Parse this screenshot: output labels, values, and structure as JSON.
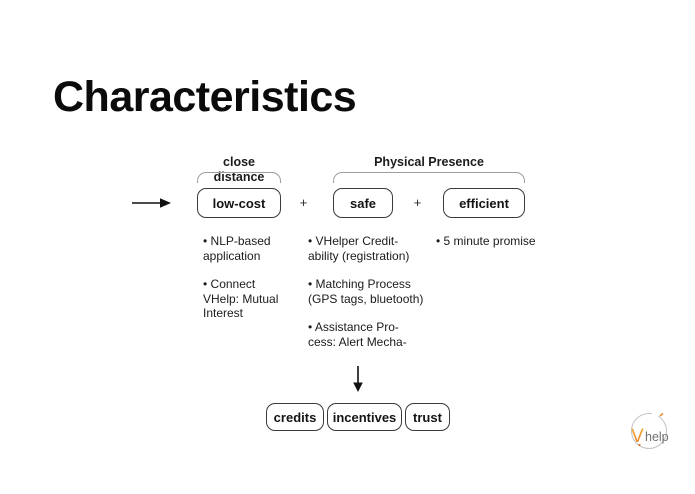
{
  "title": "Characteristics",
  "groups": [
    {
      "label": "close distance"
    },
    {
      "label": "Physical Presence"
    }
  ],
  "boxes": [
    {
      "label": "low-cost"
    },
    {
      "label": "safe"
    },
    {
      "label": "efficient"
    }
  ],
  "plus": "+",
  "columns": [
    {
      "bullets": [
        "• NLP-based\napplication",
        "• Connect\nVHelp: Mutual\nInterest"
      ]
    },
    {
      "bullets": [
        "• VHelper Credit-\nability (registration)",
        "• Matching Process\n(GPS tags, bluetooth)",
        "• Assistance Pro-\ncess: Alert Mecha-"
      ]
    },
    {
      "bullets": [
        "• 5 minute promise"
      ]
    }
  ],
  "result_boxes": [
    "credits",
    "incentives",
    "trust"
  ],
  "logo": {
    "v": "V",
    "help": "help"
  },
  "colors": {
    "background": "#FFFFFF",
    "text": "#1B1B1B",
    "box_border": "#3A3A3A",
    "bracket_gray": "#9C9C9C",
    "arrow_black": "#111111",
    "logo_orange": "#EE8A2A",
    "logo_gray": "#707070",
    "logo_circle_gray": "#C2C2C2"
  }
}
